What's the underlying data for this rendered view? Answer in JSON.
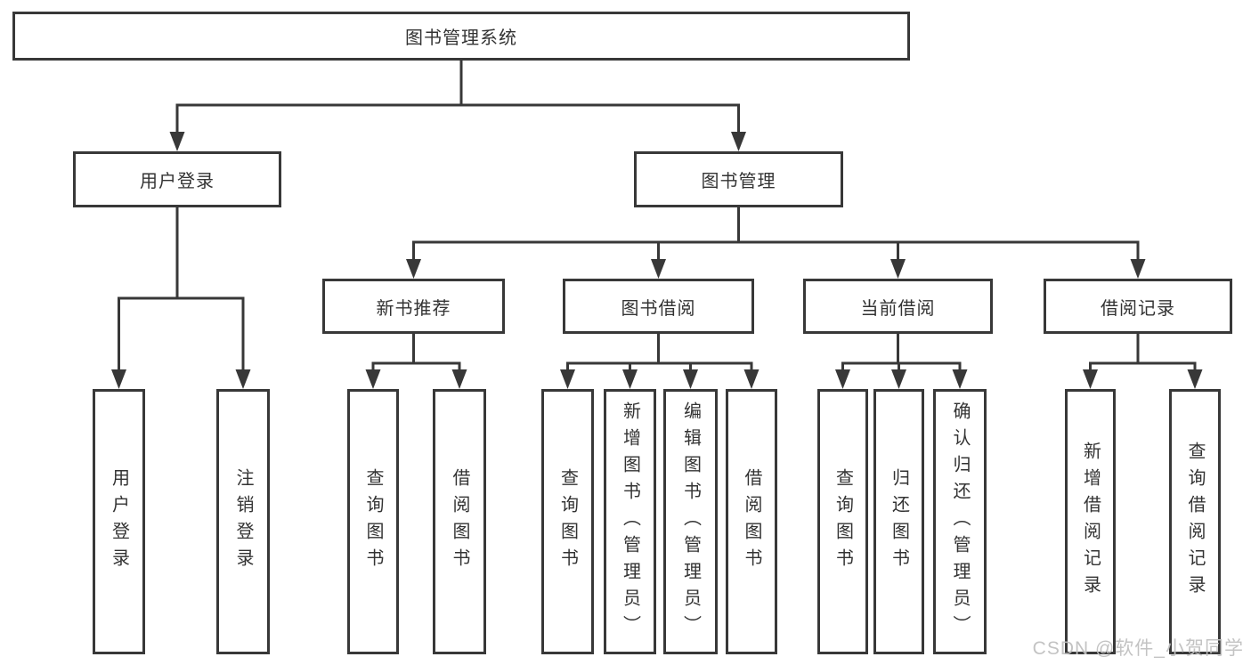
{
  "diagram": {
    "title": "图书管理系统",
    "root": {
      "label": "图书管理系统"
    },
    "level2": [
      {
        "id": "user-login",
        "label": "用户登录"
      },
      {
        "id": "book-management",
        "label": "图书管理"
      }
    ],
    "level3": [
      {
        "id": "new-book-recommend",
        "label": "新书推荐",
        "parent": "图书管理"
      },
      {
        "id": "book-borrow",
        "label": "图书借阅",
        "parent": "图书管理"
      },
      {
        "id": "current-borrow",
        "label": "当前借阅",
        "parent": "图书管理"
      },
      {
        "id": "borrow-records",
        "label": "借阅记录",
        "parent": "图书管理"
      }
    ],
    "leaves": [
      {
        "label": "用户登录",
        "parent": "用户登录"
      },
      {
        "label": "注销登录",
        "parent": "用户登录"
      },
      {
        "label": "查询图书",
        "parent": "新书推荐"
      },
      {
        "label": "借阅图书",
        "parent": "新书推荐"
      },
      {
        "label": "查询图书",
        "parent": "图书借阅"
      },
      {
        "label": "新增图书（管理员）",
        "parent": "图书借阅"
      },
      {
        "label": "编辑图书（管理员）",
        "parent": "图书借阅"
      },
      {
        "label": "借阅图书",
        "parent": "图书借阅"
      },
      {
        "label": "查询图书",
        "parent": "当前借阅"
      },
      {
        "label": "归还图书",
        "parent": "当前借阅"
      },
      {
        "label": "确认归还（管理员）",
        "parent": "当前借阅"
      },
      {
        "label": "新增借阅记录",
        "parent": "借阅记录"
      },
      {
        "label": "查询借阅记录",
        "parent": "借阅记录"
      }
    ]
  },
  "watermark": {
    "text": "CSDN @软件_小贺同学"
  },
  "colors": {
    "line": "#383838",
    "text": "#333333",
    "watermark": "#c0c0c0",
    "background": "#ffffff"
  }
}
